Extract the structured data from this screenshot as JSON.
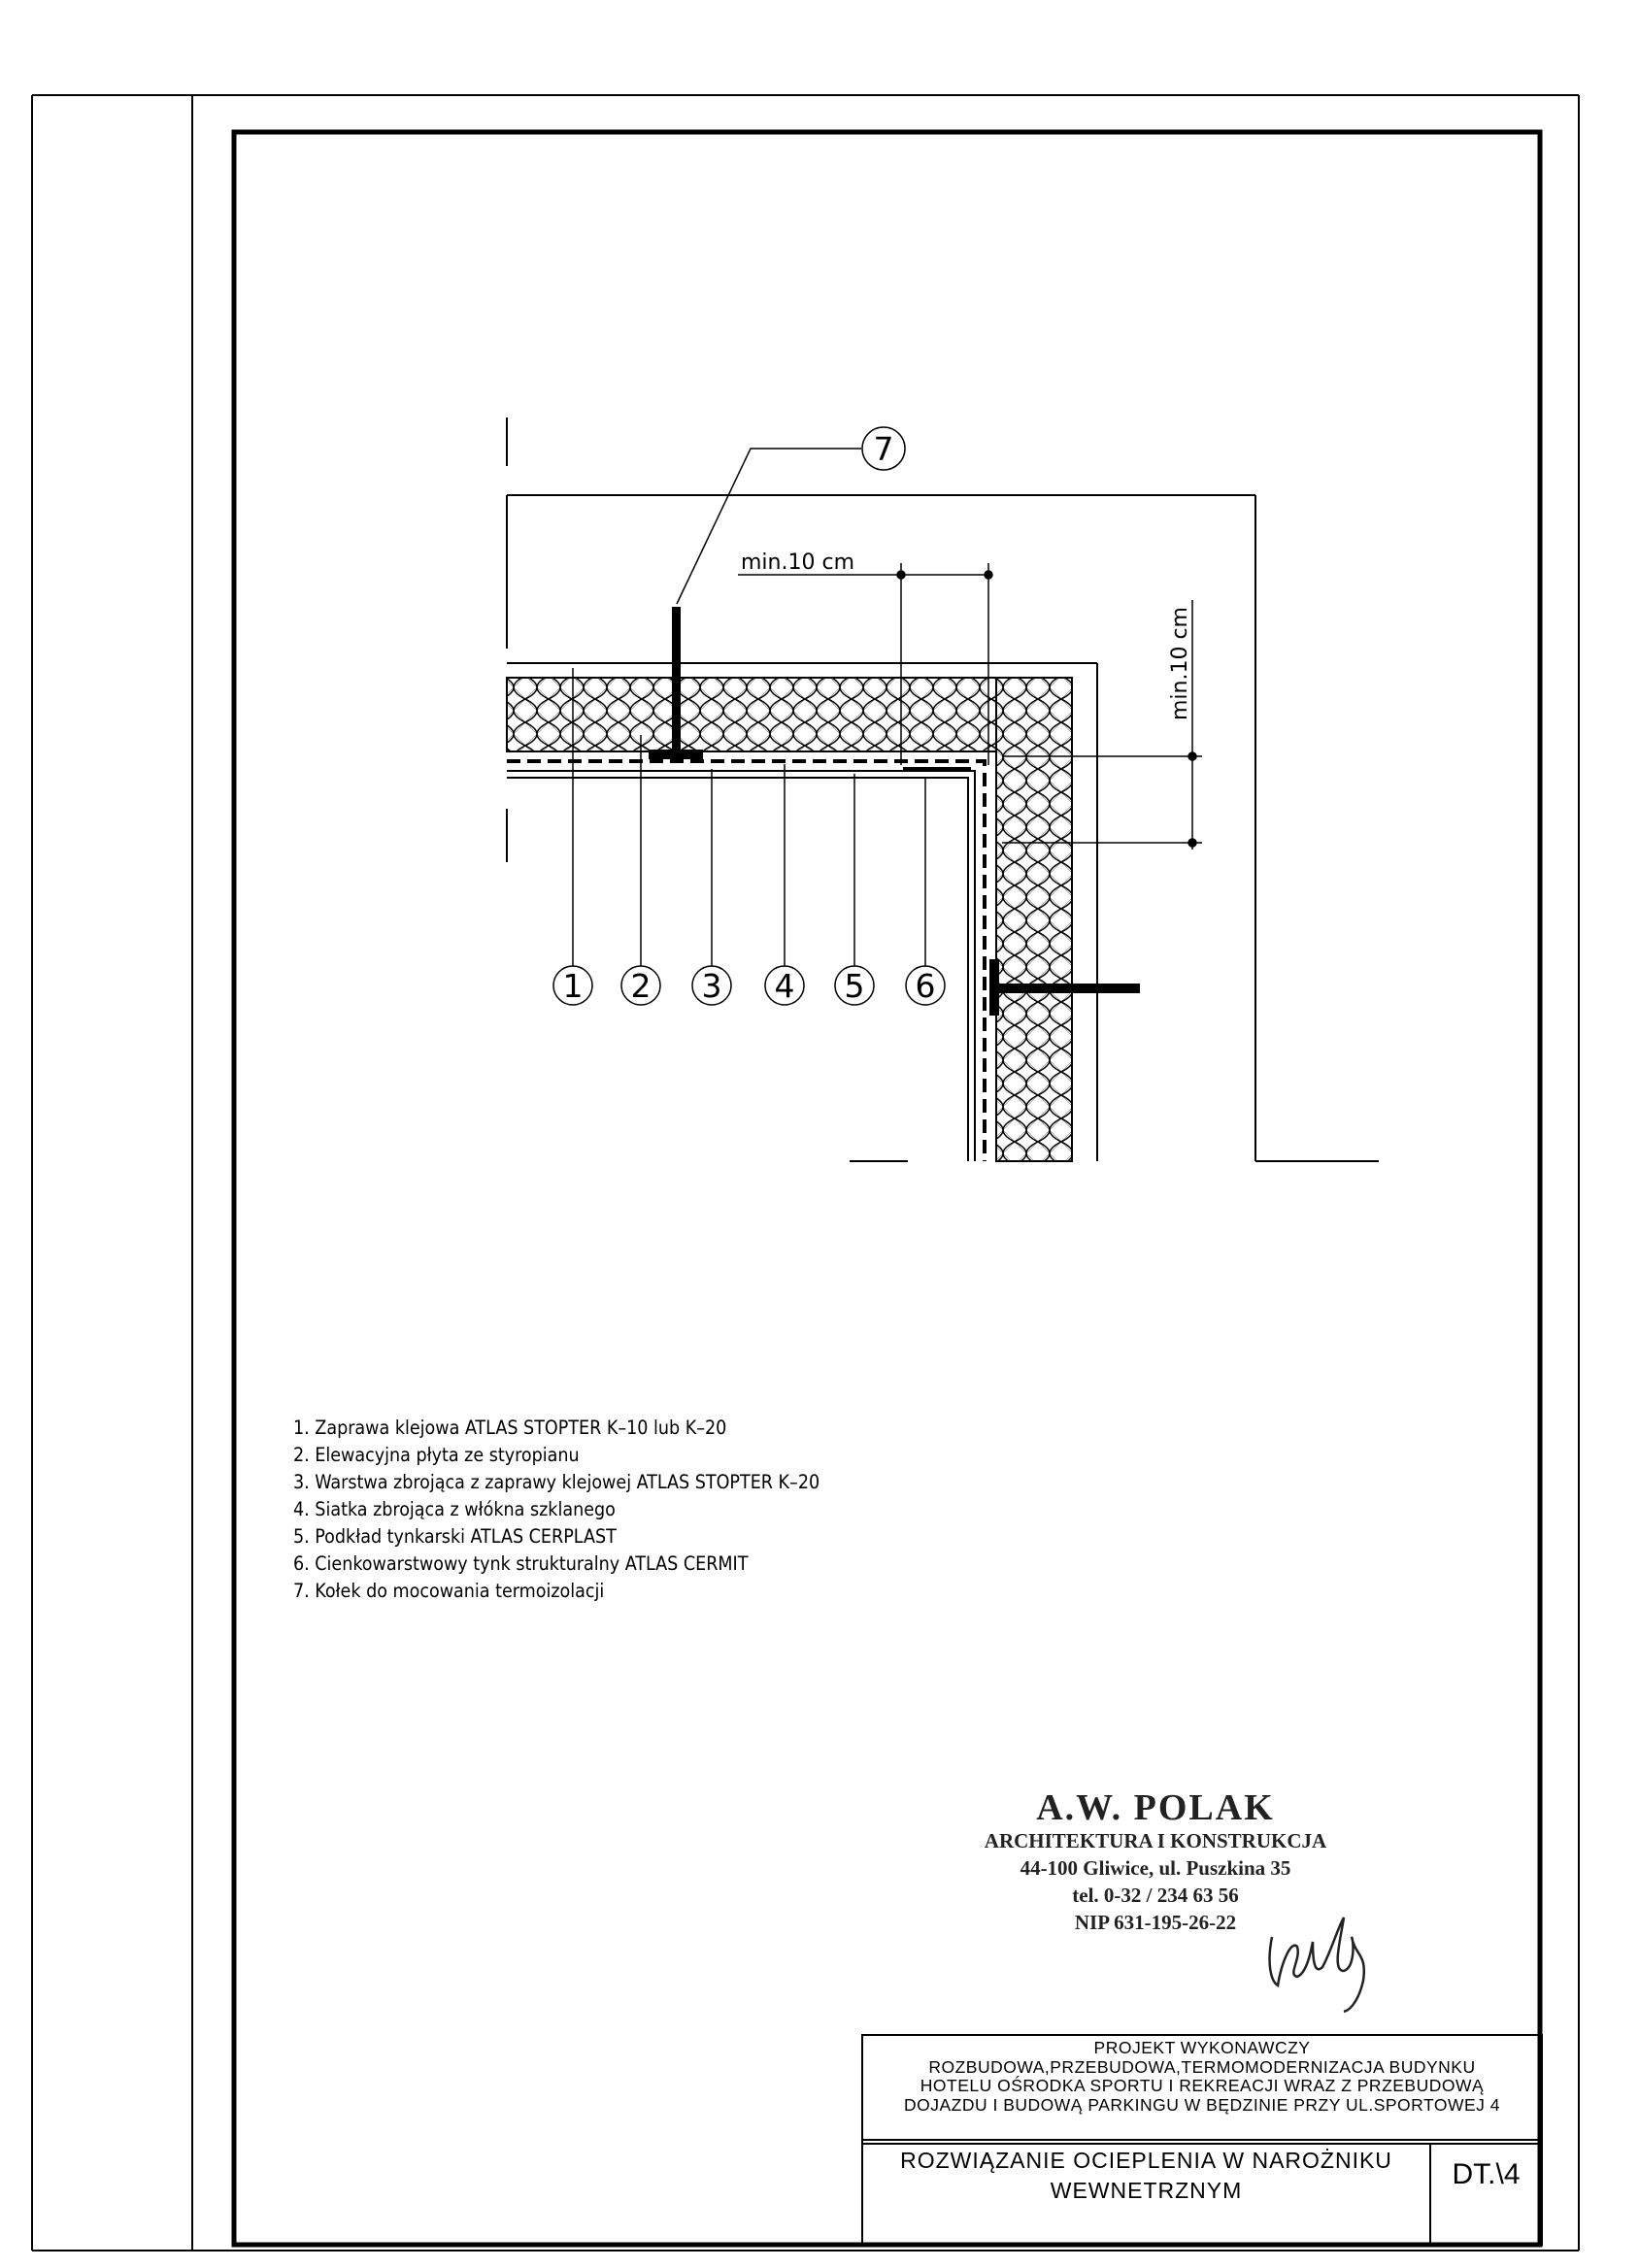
{
  "callouts": [
    "1",
    "2",
    "3",
    "4",
    "5",
    "6",
    "7"
  ],
  "dimensions": {
    "horizontal": "min.10 cm",
    "vertical": "min.10 cm"
  },
  "legend": [
    "1. Zaprawa klejowa ATLAS STOPTER K–10 lub K–20",
    "2. Elewacyjna płyta ze styropianu",
    "3. Warstwa zbrojąca z zaprawy klejowej ATLAS STOPTER K–20",
    "4. Siatka zbrojąca z włókna szklanego",
    "5. Podkład tynkarski ATLAS CERPLAST",
    "6. Cienkowarstwowy tynk strukturalny ATLAS CERMIT",
    "7. Kołek do mocowania termoizolacji"
  ],
  "stamp": {
    "firm": "A.W. POLAK",
    "subtitle": "ARCHITEKTURA I KONSTRUKCJA",
    "address": "44-100 Gliwice, ul. Puszkina 35",
    "phone": "tel. 0-32 / 234 63 56",
    "nip": "NIP 631-195-26-22"
  },
  "title_block": {
    "project_lines": [
      "PROJEKT WYKONAWCZY",
      "ROZBUDOWA,PRZEBUDOWA,TERMOMODERNIZACJA BUDYNKU",
      "HOTELU OŚRODKA SPORTU I REKREACJI WRAZ Z PRZEBUDOWĄ",
      "DOJAZDU I BUDOWĄ PARKINGU W BĘDZINIE PRZY UL.SPORTOWEJ 4"
    ],
    "drawing_title_lines": [
      "ROZWIĄZANIE OCIEPLENIA W NAROŻNIKU",
      "WEWNETRZNYM"
    ],
    "drawing_number": "DT.\\4"
  },
  "colors": {
    "ink": "#000000",
    "paper": "#ffffff",
    "stamp": "#222222"
  }
}
